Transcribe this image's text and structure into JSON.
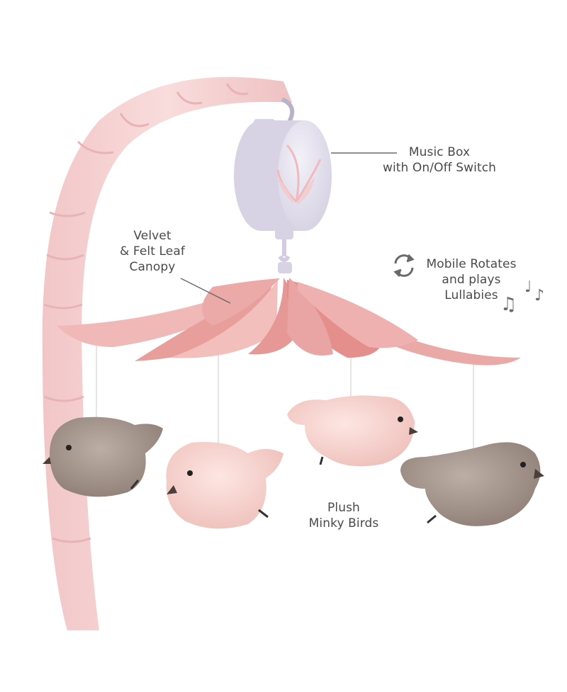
{
  "callouts": {
    "music_box": [
      "Music Box",
      "with On/Off Switch"
    ],
    "canopy": [
      "Velvet",
      "& Felt Leaf",
      "Canopy"
    ],
    "rotation": [
      "Mobile Rotates",
      "and plays",
      "Lullabies"
    ],
    "birds": [
      "Plush",
      "Minky Birds"
    ]
  },
  "icons": [
    "rotate-arrows-icon",
    "music-notes-icon"
  ],
  "colors": {
    "arm_pink": "#f6d3d4",
    "canopy_coral": "#e69a98",
    "bird_pink": "#f8d6d2",
    "bird_taupe": "#a99990",
    "music_box": "#e6e3f0",
    "text": "#4a4a4a"
  }
}
